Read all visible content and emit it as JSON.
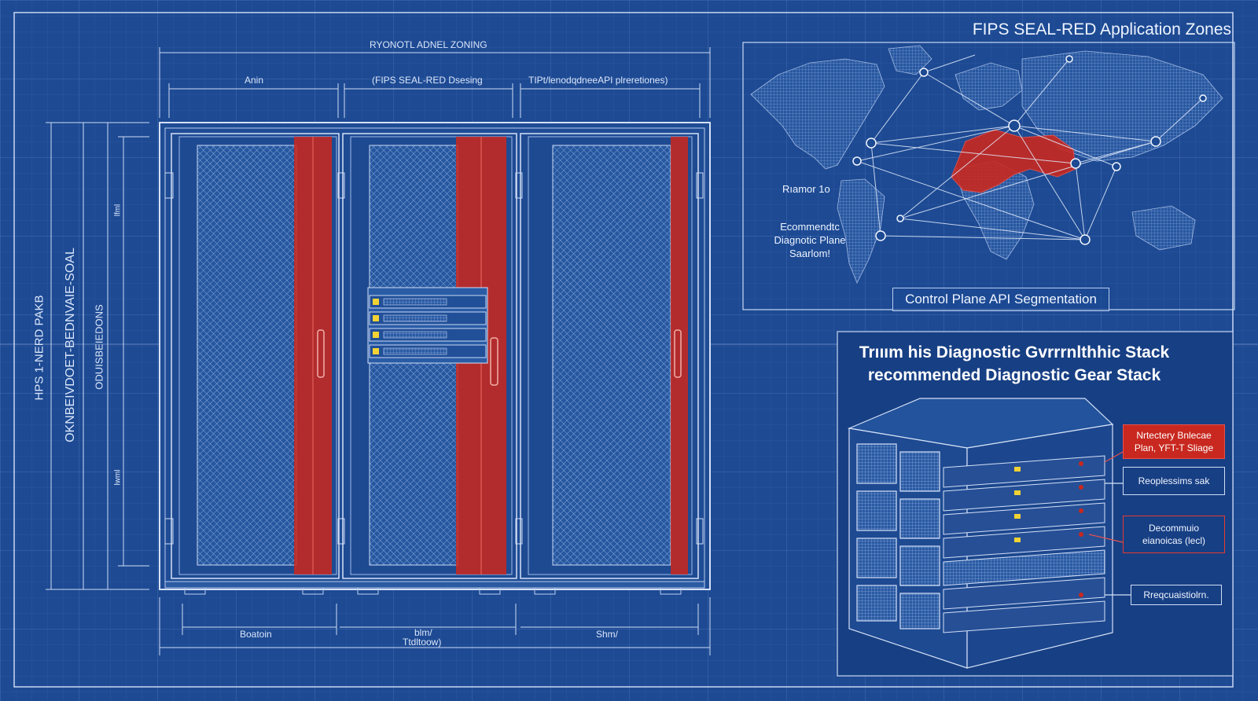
{
  "header": {
    "title": "FIPS SEAL-RED Application Zones"
  },
  "rack_drawing": {
    "top_dimension": "RYONOTL ADNEL ZONING",
    "column_labels": [
      "Anin",
      "(FIPS SEAL-RED Dsesing",
      "TIPt/lenodqdneeAPI plreretiones)"
    ],
    "bottom_labels": [
      "Boatoin",
      "blm/",
      "Ttdltoow)",
      "Shm/"
    ],
    "left_vertical_labels": [
      "HPS 1-NERD PAKB",
      "OKNBEIVDOET-BEDNVAIE-SOAL",
      "ODUISBEIEDONS"
    ],
    "small_vertical_marks": [
      "lfml",
      "lwml"
    ],
    "highlight_color": "#c8281f"
  },
  "map_panel": {
    "caption": "Control Plane API Segmentation",
    "label_top": "Rıamor 1o",
    "label_stack": [
      "Ecommendtc",
      "Diagnotic Plane",
      "Saarlom!"
    ]
  },
  "stack_panel": {
    "title_line1": "Trııım his Diagnostic Gvrrrnlthhic Stack",
    "title_line2": "recommended Diagnostic Gear Stack",
    "callouts": [
      {
        "lines": [
          "Nrtectery Bnlecae",
          "Plan, YFT-T Sliage"
        ],
        "style": "redfill"
      },
      {
        "lines": [
          "Reoplessims sak"
        ],
        "style": "white"
      },
      {
        "lines": [
          "Decommuio",
          "eianoicas (lecl)"
        ],
        "style": "red"
      },
      {
        "lines": [
          "Rreqcuaistiolrn."
        ],
        "style": "white"
      }
    ]
  },
  "colors": {
    "background": "#1d4a93",
    "line": "#cfdcf5",
    "accent_red": "#c8281f",
    "led_yellow": "#f2d234"
  }
}
